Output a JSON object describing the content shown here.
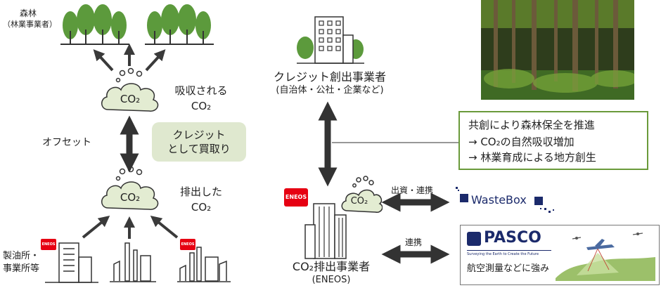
{
  "forest": {
    "label": "森林",
    "sublabel": "（林業事業者）"
  },
  "absorbed": {
    "line1": "吸収される",
    "line2": "CO₂"
  },
  "cloud_label": "CO₂",
  "offset_label": "オフセット",
  "credit_purchase": {
    "line1": "クレジット",
    "line2": "として買取り"
  },
  "emitted": {
    "line1": "排出した",
    "line2": "CO₂"
  },
  "refinery_label": {
    "line1": "製油所・",
    "line2": "事業所等"
  },
  "creator": {
    "line1": "クレジット創出事業者",
    "line2": "(自治体・公社・企業など)"
  },
  "emitter": {
    "line1": "CO₂排出事業者",
    "line2": "(ENEOS)"
  },
  "eneos_logo": "ENEOS",
  "cocreation": {
    "title": "共創により森林保全を推進",
    "item1": "→ CO₂の自然吸収増加",
    "item2": "→ 林業育成による地方創生"
  },
  "investment_label": "出資・連携",
  "partnership_label": "連携",
  "wastebox_logo": "WasteBox",
  "pasco": {
    "logo": "PASCO",
    "tagline": "Surveying the Earth to Create the Future",
    "caption": "航空測量などに強み"
  },
  "colors": {
    "tree_green": "#5c9a3c",
    "cloud_fill": "#e3ecd2",
    "pill_fill": "#dfe8cf",
    "box_green": "#6a9a3a",
    "arrow_dark": "#333333",
    "eneos_red": "#e60012",
    "navy": "#1b2a6b"
  }
}
